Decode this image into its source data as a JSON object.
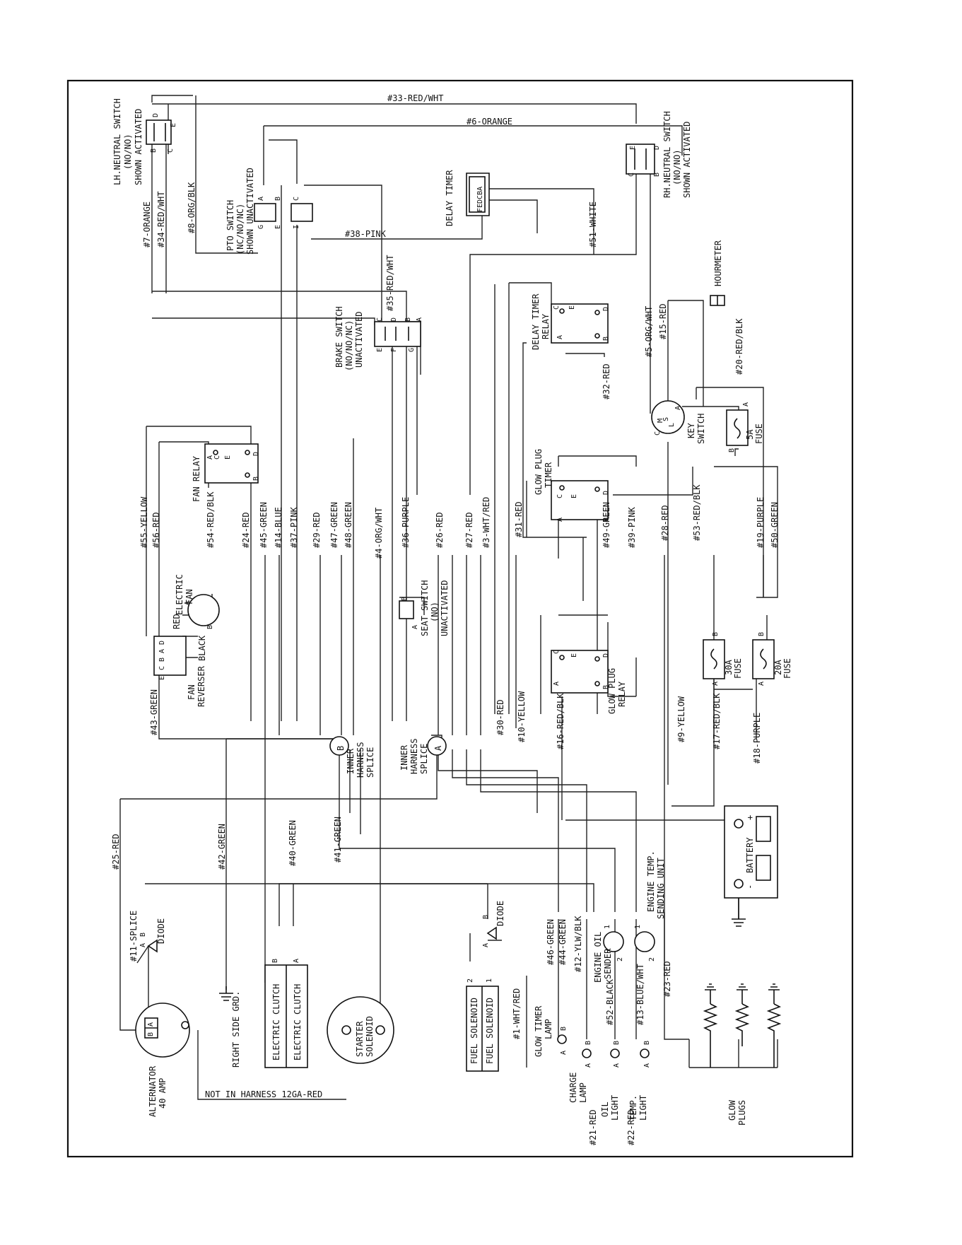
{
  "colors": {
    "ink": "#111111",
    "paper": "#ffffff"
  },
  "wires": {
    "w33": "#33-RED/WHT",
    "w6": "#6-ORANGE",
    "w7": "#7-ORANGE",
    "w34": "#34-RED/WHT",
    "w8": "#8-ORG/BLK",
    "w38": "#38-PINK",
    "w51": "#51-WHITE",
    "w35": "#35-RED/WHT",
    "w32": "#32-RED",
    "w5": "#5-ORG/WHT",
    "w15": "#15-RED",
    "w20": "#20-RED/BLK",
    "w55": "#55-YELLOW",
    "w56": "#56-RED",
    "w54": "#54-RED/BLK",
    "w24": "#24-RED",
    "w45": "#45-GREEN",
    "w14": "#14-BLUE",
    "w37": "#37-PINK",
    "w29": "#29-RED",
    "w47": "#47-GREEN",
    "w48": "#48-GREEN",
    "w4": "#4-ORG/WHT",
    "w36": "#36-PURPLE",
    "w26": "#26-RED",
    "w27": "#27-RED",
    "w3": "#3-WHT/RED",
    "w31": "#31-RED",
    "w49": "#49-GREEN",
    "w39": "#39-PINK",
    "w28": "#28-RED",
    "w53": "#53-RED/BLK",
    "w19": "#19-PURPLE",
    "w50": "#50-GREEN",
    "w43": "#43-GREEN",
    "w30": "#30-RED",
    "w10": "#10-YELLOW",
    "w16": "#16-RED/BLK",
    "w9": "#9-YELLOW",
    "w17": "#17-RED/BLK",
    "w18": "#18-PURPLE",
    "w25": "#25-RED",
    "w42": "#42-GREEN",
    "w40": "#40-GREEN",
    "w41": "#41-GREEN",
    "w11": "#11-SPLICE",
    "w46": "#46-GREEN",
    "w44": "#44-GREEN",
    "w12": "#12-YLW/BLK",
    "w52": "#52-BLACK",
    "w13": "#13-BLUE/WHT",
    "w23": "#23-RED",
    "w1": "#1-WHT/RED",
    "w21": "#21-RED",
    "w22": "#22-RED",
    "not_in_harness": "NOT IN HARNESS 12GA-RED"
  },
  "components": {
    "lh_neutral": [
      "LH.NEUTRAL SWITCH",
      "(NO/NO)",
      "SHOWN ACTIVATED"
    ],
    "rh_neutral": [
      "RH.NEUTRAL SWITCH",
      "(NO/NO)",
      "SHOWN ACTIVATED"
    ],
    "pto": [
      "PTO SWITCH",
      "(NC/NO/NC)",
      "SHOWN UNACTIVATED"
    ],
    "delay_timer": "DELAY TIMER",
    "brake": [
      "BRAKE SWITCH",
      "(NO/NO/NC)",
      "UNACTIVATED"
    ],
    "delay_relay": [
      "DELAY TIMER",
      "RELAY"
    ],
    "hourmeter": "HOURMETER",
    "key_switch": [
      "KEY",
      "SWITCH"
    ],
    "fuse_5a": [
      "5A",
      "FUSE"
    ],
    "fan_relay": "FAN RELAY",
    "glow_timer": [
      "GLOW PLUG",
      "TIMER"
    ],
    "electric_fan": [
      "ELECTRIC",
      "FAN"
    ],
    "seat": [
      "SEAT SWITCH",
      "(NO)",
      "UNACTIVATED"
    ],
    "fan_reverser": [
      "FAN",
      "REVERSER"
    ],
    "glow_relay": [
      "GLOW PLUG",
      "RELAY"
    ],
    "fuse_30a": [
      "30A",
      "FUSE"
    ],
    "fuse_20a": [
      "20A",
      "FUSE"
    ],
    "splice_b": [
      "INNER",
      "HARNESS",
      "SPLICE"
    ],
    "splice_a": [
      "INNER",
      "HARNESS",
      "SPLICE"
    ],
    "battery": "BATTERY",
    "engine_temp": [
      "ENGINE TEMP.",
      "SENDING UNIT"
    ],
    "engine_oil": [
      "ENGINE OIL",
      "SENDER"
    ],
    "diode": "DIODE",
    "glow_timer_lamp": [
      "GLOW TIMER",
      "LAMP"
    ],
    "charge_lamp": [
      "CHARGE",
      "LAMP"
    ],
    "oil_light": [
      "OIL",
      "LIGHT"
    ],
    "temp_light": [
      "TEMP.",
      "LIGHT"
    ],
    "fuel_solenoid": "FUEL SOLENOID",
    "electric_clutch": "ELECTRIC CLUTCH",
    "right_side_grd": "RIGHT SIDE GRD.",
    "starter": [
      "STARTER",
      "SOLENOID"
    ],
    "alternator": [
      "ALTERNATOR",
      "40 AMP"
    ],
    "glow_plugs": [
      "GLOW",
      "PLUGS"
    ],
    "wire_colors": [
      "RED",
      "BLACK"
    ]
  },
  "terminals": {
    "A": "A",
    "B": "B",
    "C": "C",
    "D": "D",
    "E": "E",
    "F": "F",
    "G": "G",
    "I": "I",
    "M": "M",
    "S": "S",
    "L": "L",
    "one": "1",
    "two": "2",
    "plus": "+",
    "minus": "-",
    "pins": "FEDCBA",
    "splice_a_mark": "A",
    "splice_b_mark": "B"
  }
}
